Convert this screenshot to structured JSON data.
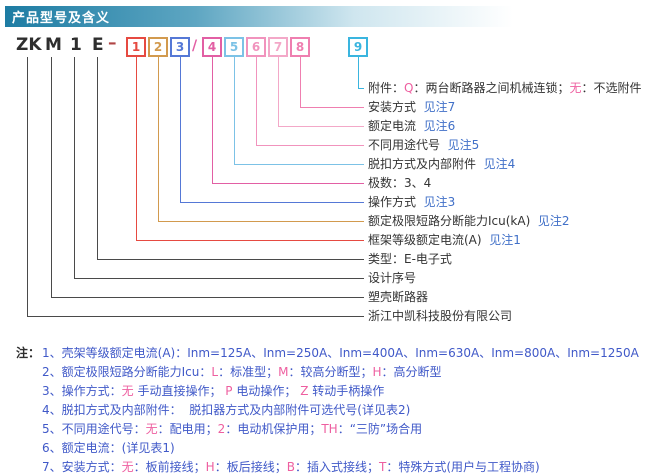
{
  "title": "产品型号及含义",
  "colors": {
    "ink": "#2e2e2e",
    "line_black": "#4a4a4a",
    "c1": "#e64a41",
    "c2": "#d29a4e",
    "c3": "#5578d6",
    "c4": "#e25fa4",
    "c5": "#7cc2e6",
    "c6": "#f193bd",
    "c7": "#f3a8c8",
    "c8": "#ef7fb0",
    "c9": "#3ab5df",
    "dash": "#b04545",
    "note_blue": "#4059c8",
    "note_pink": "#ee5fa0",
    "ref_blue": "#4170c8",
    "title_bg_left": "#1d7ca3",
    "title_text": "#ffffff"
  },
  "model": {
    "prefix": [
      "ZK",
      "M",
      "1",
      "E"
    ],
    "dash": "–",
    "slash": "/",
    "digits": [
      "1",
      "2",
      "3",
      "4",
      "5",
      "6",
      "7",
      "8",
      "9"
    ]
  },
  "labels": [
    {
      "segments": [
        {
          "t": "附件："
        },
        {
          "t": "Q",
          "c": "#ee5fa0"
        },
        {
          "t": "：两台断路器之间机械连锁；"
        },
        {
          "t": "无",
          "c": "#ee5fa0"
        },
        {
          "t": "：不选附件"
        }
      ]
    },
    {
      "segments": [
        {
          "t": "安装方式  "
        },
        {
          "t": "见注7",
          "c": "#4170c8"
        }
      ]
    },
    {
      "segments": [
        {
          "t": "额定电流  "
        },
        {
          "t": "见注6",
          "c": "#4170c8"
        }
      ]
    },
    {
      "segments": [
        {
          "t": "不同用途代号  "
        },
        {
          "t": "见注5",
          "c": "#4170c8"
        }
      ]
    },
    {
      "segments": [
        {
          "t": "脱扣方式及内部附件  "
        },
        {
          "t": "见注4",
          "c": "#4170c8"
        }
      ]
    },
    {
      "segments": [
        {
          "t": "极数：3、4"
        }
      ]
    },
    {
      "segments": [
        {
          "t": "操作方式  "
        },
        {
          "t": "见注3",
          "c": "#4170c8"
        }
      ]
    },
    {
      "segments": [
        {
          "t": "额定极限短路分断能力Icu(kA)  "
        },
        {
          "t": "见注2",
          "c": "#4170c8"
        }
      ]
    },
    {
      "segments": [
        {
          "t": "框架等级额定电流(A)  "
        },
        {
          "t": "见注1",
          "c": "#4170c8"
        }
      ]
    },
    {
      "segments": [
        {
          "t": "类型：E-电子式"
        }
      ]
    },
    {
      "segments": [
        {
          "t": "设计序号"
        }
      ]
    },
    {
      "segments": [
        {
          "t": "塑壳断路器"
        }
      ]
    },
    {
      "segments": [
        {
          "t": "浙江中凯科技股份有限公司"
        }
      ]
    }
  ],
  "notes": {
    "prefix": "注：",
    "items": [
      [
        {
          "t": "1、壳架等级额定电流(A)：Inm=125A、Inm=250A、Inm=400A、Inm=630A、Inm=800A、Inm=1250A"
        }
      ],
      [
        {
          "t": "2、额定极限短路分断能力Icu："
        },
        {
          "t": "L",
          "c": "#ee5fa0"
        },
        {
          "t": "：标准型；"
        },
        {
          "t": "M",
          "c": "#ee5fa0"
        },
        {
          "t": "：较高分断型；"
        },
        {
          "t": "H",
          "c": "#ee5fa0"
        },
        {
          "t": "：高分断型"
        }
      ],
      [
        {
          "t": "3、操作方式："
        },
        {
          "t": "无",
          "c": "#ee5fa0"
        },
        {
          "t": " 手动直接操作； "
        },
        {
          "t": "P",
          "c": "#ee5fa0"
        },
        {
          "t": " 电动操作； "
        },
        {
          "t": "Z",
          "c": "#ee5fa0"
        },
        {
          "t": " 转动手柄操作"
        }
      ],
      [
        {
          "t": "4、脱扣方式及内部附件：  脱扣器方式及内部附件可选代号(详见表2)"
        }
      ],
      [
        {
          "t": "5、不同用途代号："
        },
        {
          "t": "无",
          "c": "#ee5fa0"
        },
        {
          "t": "：配电用；"
        },
        {
          "t": "2",
          "c": "#ee5fa0"
        },
        {
          "t": "：电动机保护用；"
        },
        {
          "t": "TH",
          "c": "#ee5fa0"
        },
        {
          "t": "：“三防”场合用"
        }
      ],
      [
        {
          "t": "6、额定电流：(详见表1)"
        }
      ],
      [
        {
          "t": "7、安装方式："
        },
        {
          "t": "无",
          "c": "#ee5fa0"
        },
        {
          "t": "：板前接线；"
        },
        {
          "t": "H",
          "c": "#ee5fa0"
        },
        {
          "t": "：板后接线；"
        },
        {
          "t": "B",
          "c": "#ee5fa0"
        },
        {
          "t": "：插入式接线；"
        },
        {
          "t": "T",
          "c": "#ee5fa0"
        },
        {
          "t": "：特殊方式(用户与工程协商)"
        }
      ]
    ]
  }
}
